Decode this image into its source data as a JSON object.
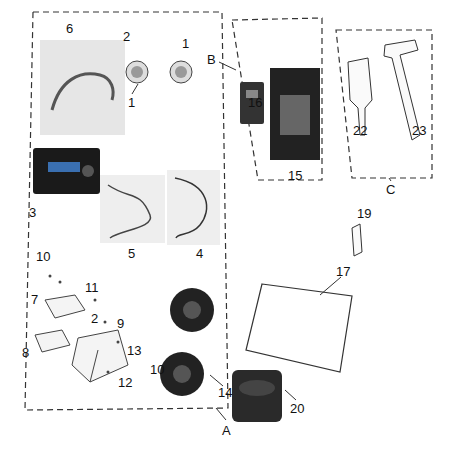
{
  "diagram": {
    "labels": [
      "6",
      "2",
      "1",
      "B",
      "16",
      "15",
      "22",
      "23",
      "C",
      "1",
      "3",
      "4",
      "5",
      "10",
      "19",
      "11",
      "7",
      "2",
      "9",
      "17",
      "13",
      "8",
      "10",
      "12",
      "14",
      "20",
      "A"
    ]
  }
}
